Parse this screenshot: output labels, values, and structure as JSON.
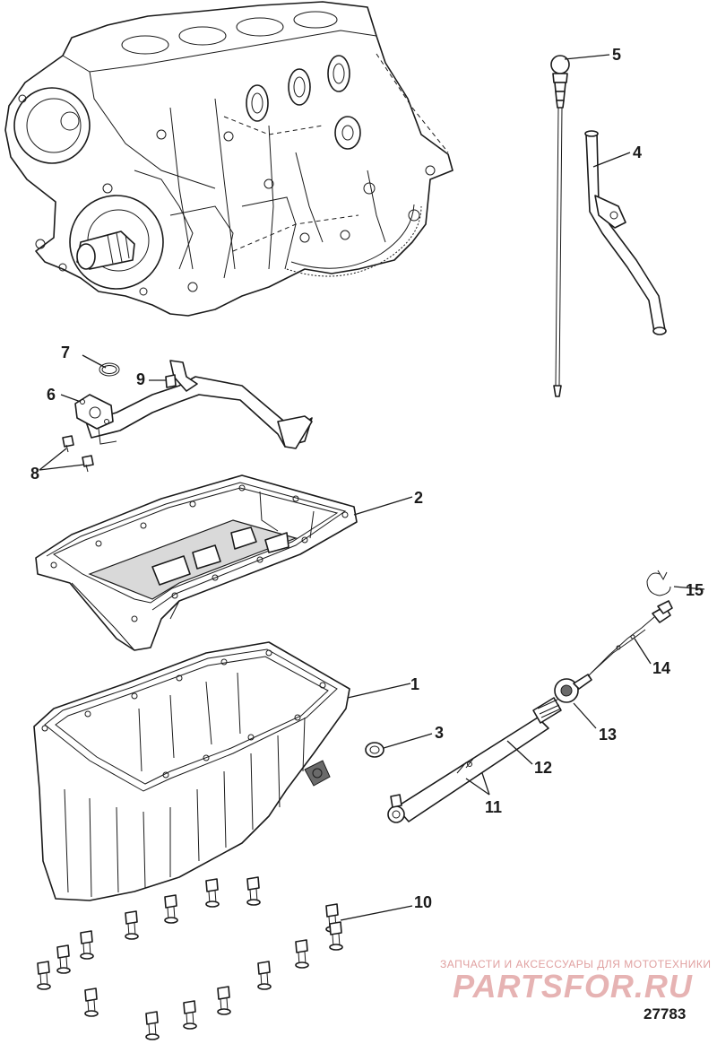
{
  "figure": {
    "number": "27783",
    "callouts": [
      "1",
      "2",
      "3",
      "4",
      "5",
      "6",
      "7",
      "8",
      "9",
      "10",
      "11",
      "12",
      "13",
      "14",
      "15"
    ]
  },
  "watermark": {
    "caption": "ЗАПЧАСТИ И АКСЕССУАРЫ ДЛЯ МОТОТЕХНИКИ",
    "logo_text": "PARTSFOR.RU",
    "caption_color": "#e0a0a0",
    "logo_color": "#e6b3b3"
  },
  "colors": {
    "line": "#1a1a1a",
    "background": "#ffffff"
  }
}
